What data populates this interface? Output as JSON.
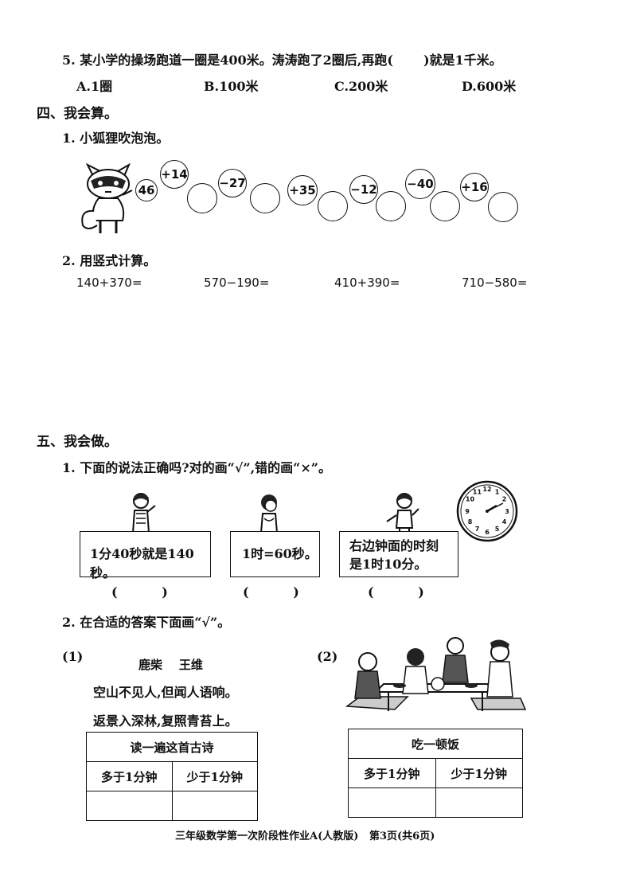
{
  "q5": {
    "stem_part1": "5. 某小学的操场跑道一圈是400米。涛涛跑了2圈后,再跑(",
    "stem_part2": ")就是1千米。",
    "options": [
      "A.1圈",
      "B.100米",
      "C.200米",
      "D.600米"
    ]
  },
  "section4": {
    "title": "四、我会算。",
    "q1_title": "1. 小狐狸吹泡泡。",
    "start_value": "46",
    "ops": [
      "+14",
      "−27",
      "+35",
      "−12",
      "−40",
      "+16"
    ],
    "q2_title": "2. 用竖式计算。",
    "calcs": [
      "140+370=",
      "570−190=",
      "410+390=",
      "710−580="
    ]
  },
  "section5": {
    "title": "五、我会做。",
    "q1_title": "1. 下面的说法正确吗?对的画“√”,错的画“×”。",
    "statements": [
      {
        "lines": [
          "1分40秒就是140秒。"
        ],
        "paren": "(          )"
      },
      {
        "lines": [
          "1时=60秒。"
        ],
        "paren": "(          )"
      },
      {
        "lines": [
          "右边钟面的时刻",
          "是1时10分。"
        ],
        "paren": "(          )"
      }
    ],
    "q2_title": "2. 在合适的答案下面画“√”。",
    "part1": {
      "label": "(1)",
      "poem_title": "鹿柴    王维",
      "poem_lines": [
        "空山不见人,但闻人语响。",
        "返景入深林,复照青苔上。"
      ],
      "table_header": "读一遍这首古诗",
      "col1": "多于1分钟",
      "col2": "少于1分钟"
    },
    "part2": {
      "label": "(2)",
      "table_header": "吃一顿饭",
      "col1": "多于1分钟",
      "col2": "少于1分钟"
    }
  },
  "footer": "三年级数学第一次阶段性作业A(人教版)   第3页(共6页)",
  "icons": {
    "fox": "fox-blowing-bubbles-icon",
    "clock": "clock-icon",
    "kids": "child-figure-icon",
    "family": "family-eating-icon"
  }
}
